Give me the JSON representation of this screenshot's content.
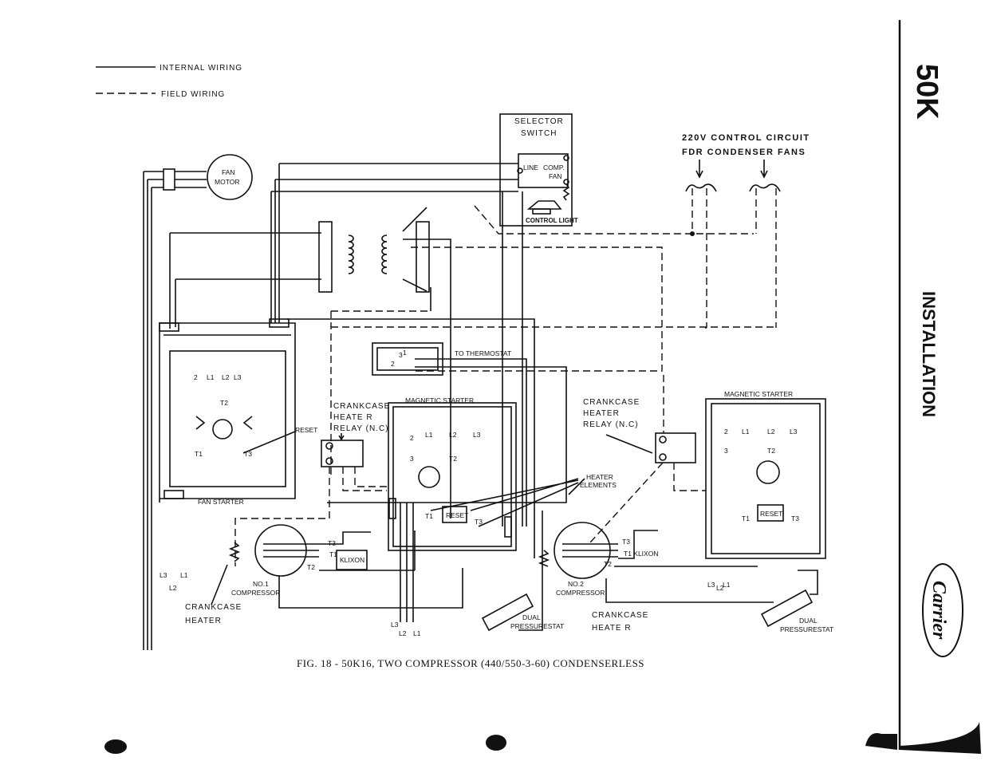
{
  "legend": {
    "internal": "INTERNAL   WIRING",
    "field": "FIELD   WIRING"
  },
  "selector_switch": {
    "title1": "SELECTOR",
    "title2": "SWITCH",
    "line": "LINE",
    "comp": "COMP.",
    "fan": "FAN",
    "control_light": "CONTROL LIGHT"
  },
  "control_circuit": {
    "line1": "220V  CONTROL  CIRCUIT",
    "line2": "FDR   CONDENSER  FANS"
  },
  "fan_motor": {
    "line1": "FAN",
    "line2": "MOTOR"
  },
  "fan_starter": {
    "label": "FAN STARTER",
    "t2": "2",
    "l1": "L1",
    "l2": "L2",
    "l3": "L3",
    "tt2": "T2",
    "tt1": "T1",
    "tt3": "T3",
    "reset": "RESET"
  },
  "thermostat": {
    "label": "TO THERMOSTAT",
    "n1": "1",
    "n2": "2",
    "n3": "3"
  },
  "relay_left": {
    "line1": "CRANKCASE",
    "line2": "HEATE R",
    "line3": "RELAY (N.C)"
  },
  "relay_right": {
    "line1": "CRANKCASE",
    "line2": "HEATER",
    "line3": "RELAY (N.C)"
  },
  "starter_left": {
    "label": "MAGNETIC STARTER",
    "n2": "2",
    "n3": "3",
    "l1": "L1",
    "l2": "L2",
    "l3": "L3",
    "t2": "T2",
    "t1": "T1",
    "t3": "T3",
    "reset": "RESET"
  },
  "starter_right": {
    "label": "MAGNETIC STARTER",
    "n2": "2",
    "n3": "3",
    "l1": "L1",
    "l2": "L2",
    "l3": "L3",
    "t2": "T2",
    "t1": "T1",
    "t3": "T3",
    "reset": "RESET"
  },
  "heater_elements": {
    "line1": "HEATER",
    "line2": "ELEMENTS"
  },
  "compressor1": {
    "line1": "NO.1",
    "line2": "COMPRESSOR",
    "t3": "T3",
    "t1": "T1",
    "t2": "T2",
    "klixon": "KLIXON"
  },
  "compressor2": {
    "line1": "NO.2",
    "line2": "COMPRESSOR",
    "t3": "T3",
    "t1": "T1 KLIXON",
    "t2": "T2"
  },
  "crankcase_heater_left": {
    "line1": "CRANKCASE",
    "line2": "HEATER"
  },
  "crankcase_heater_right": {
    "line1": "CRANKCASE",
    "line2": "HEATE R"
  },
  "leads_left": {
    "l3": "L3",
    "l1": "L1",
    "l2": "L2"
  },
  "leads_mid": {
    "l3": "L3",
    "l2": "L2",
    "l1": "L1"
  },
  "leads_right": {
    "l3": "L3",
    "l2": "L2",
    "l1": "L1"
  },
  "pressurestat_left": {
    "line1": "DUAL",
    "line2": "PRESSURESTAT"
  },
  "pressurestat_right": {
    "line1": "DUAL",
    "line2": "PRESSURESTAT"
  },
  "caption": "FIG. 18 - 50K16, TWO COMPRESSOR (440/550-3-60) CONDENSERLESS",
  "sidebar": {
    "model": "50K",
    "section": "INSTALLATION",
    "brand": "Carrier"
  }
}
